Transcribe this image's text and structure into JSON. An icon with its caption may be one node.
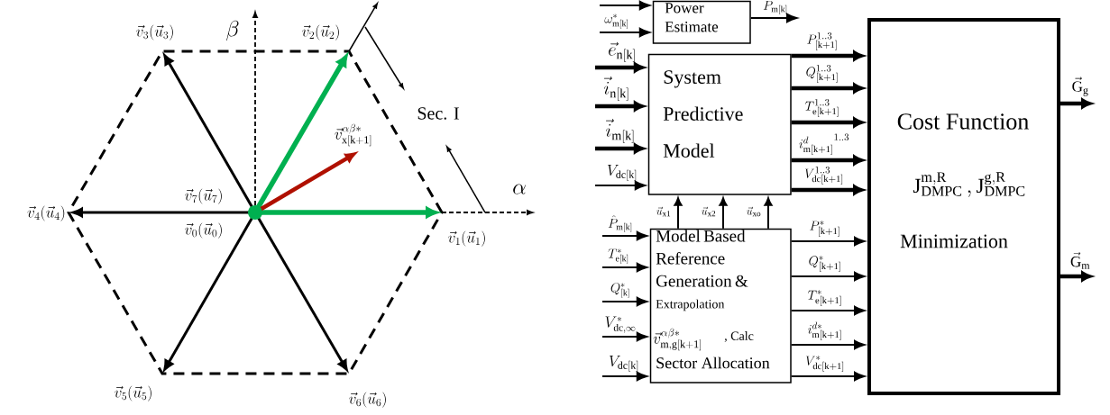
{
  "diagram": {
    "nodes": [
      {
        "text": [
          "Power Estimate"
        ]
      },
      {
        "text": [
          "System Predictive Model"
        ]
      },
      {
        "text": [
          "Model Based Reference Generation &",
          "Extrapolation",
          "\\vec{v}^{\\alpha\\beta*}_{\\mathrm{m,g[k+1]}}",
          ", Calc",
          "Sector Allocation"
        ]
      },
      {
        "text": [
          "Cost Function",
          "\\mathrm{J}^{\\mathrm{m,R}}_{\\mathrm{DMPC}}\\,,\\mathrm{J}^{\\mathrm{g,R}}_{\\mathrm{DMPC}}",
          "Minimization"
        ]
      }
    ],
    "edges": [
      {
        "from": null,
        "to": 0,
        "arrow": "to"
      },
      {
        "from": null,
        "to": 0,
        "arrow": "to",
        "label": "\\omega^{*}_{\\mathrm{m[k]}}"
      },
      {
        "from": 0,
        "to": null,
        "arrow": "to",
        "label": "P_{\\mathrm{m[k]}}"
      },
      {
        "from": null,
        "to": 1,
        "arrow": "to",
        "style": "thick",
        "label": "\\vec{e}_{\\mathrm{n[k]}}"
      },
      {
        "from": null,
        "to": 1,
        "arrow": "to",
        "style": "thick",
        "label": "\\vec{i}_{\\mathrm{n[k]}}"
      },
      {
        "from": null,
        "to": 1,
        "arrow": "to",
        "style": "thick",
        "label": "\\vec{i}_{\\mathrm{m[k]}}"
      },
      {
        "from": null,
        "to": 1,
        "arrow": "to",
        "label": "V_{\\mathrm{dc[k]}}"
      },
      {
        "from": 1,
        "to": 3,
        "arrow": "to",
        "style": "thick",
        "label": "P_{[\\mathrm{k+1}]}^{1..3}"
      },
      {
        "from": 1,
        "to": 3,
        "arrow": "to",
        "style": "thick",
        "label": "Q_{[\\mathrm{k+1}]}^{1..3}"
      },
      {
        "from": 1,
        "to": 3,
        "arrow": "to",
        "style": "thick",
        "label": "T_{\\mathrm{e[k+1]}}^{1..3}"
      },
      {
        "from": 1,
        "to": 3,
        "arrow": "to",
        "style": "thick",
        "label": "{i^{d}_{\\mathrm{m[k+1]}}}^{1..3}"
      },
      {
        "from": 1,
        "to": 3,
        "arrow": "to",
        "style": "thick",
        "label": "V_{\\mathrm{dc[k+1]}}^{1..3}"
      },
      {
        "from": 2,
        "to": 1,
        "arrow": "to",
        "label": "\\vec{u}_{\\mathrm{x1}}"
      },
      {
        "from": 2,
        "to": 1,
        "arrow": "to",
        "label": "\\vec{u}_{\\mathrm{x2}}"
      },
      {
        "from": 2,
        "to": 1,
        "arrow": "to",
        "label": "\\vec{u}_{\\mathrm{xo}}"
      },
      {
        "from": null,
        "to": 2,
        "arrow": "to",
        "label": "\\hat{P}_{\\mathrm{m[k]}}"
      },
      {
        "from": null,
        "to": 2,
        "arrow": "to",
        "label": "T^{*}_{\\mathrm{e[k]}}"
      },
      {
        "from": null,
        "to": 2,
        "arrow": "to",
        "label": "Q^{*}_{[\\mathrm{k}]}"
      },
      {
        "from": null,
        "to": 2,
        "arrow": "to",
        "label": "V^{*}_{\\mathrm{dc},\\infty}"
      },
      {
        "from": null,
        "to": 2,
        "arrow": "to",
        "label": "V_{\\mathrm{dc[k]}}"
      },
      {
        "from": 2,
        "to": 3,
        "arrow": "to",
        "label": "P^{*}_{[\\mathrm{k+1}]}"
      },
      {
        "from": 2,
        "to": 3,
        "arrow": "to",
        "label": "Q^{*}_{[\\mathrm{k+1}]}"
      },
      {
        "from": 2,
        "to": 3,
        "arrow": "to",
        "label": "T^{*}_{\\mathrm{e[k+1]}}"
      },
      {
        "from": 2,
        "to": 3,
        "arrow": "to",
        "label": "i^{d*}_{\\mathrm{m[k+1]}}"
      },
      {
        "from": 2,
        "to": 3,
        "arrow": "to",
        "label": "V^{*}_{\\mathrm{dc[k+1]}}"
      },
      {
        "from": 3,
        "to": null,
        "arrow": "to",
        "style": "thick",
        "label": "\\vec{\\mathrm{G}}_{\\mathrm{g}}"
      },
      {
        "from": 3,
        "to": null,
        "arrow": "to",
        "style": "thick",
        "label": "\\vec{\\mathrm{G}}_{\\mathrm{m}}"
      }
    ],
    "labels": [
      "\\vec{v}_3(\\vec{u}_3)",
      "\\beta",
      "\\vec{v}_2(\\vec{u}_2)",
      "Sec. I",
      "\\vec{v}^{\\alpha\\beta*}_{\\mathrm{x[k+1]}}",
      "\\alpha",
      "\\vec{v}_7(\\vec{u}_7)",
      "\\vec{v}_4(\\vec{u}_4)",
      "\\vec{v}_0(\\vec{u}_0)",
      "\\vec{v}_1(\\vec{u}_1)",
      "\\vec{v}_5(\\vec{u}_5)",
      "\\vec{v}_6(\\vec{u}_6)"
    ]
  }
}
